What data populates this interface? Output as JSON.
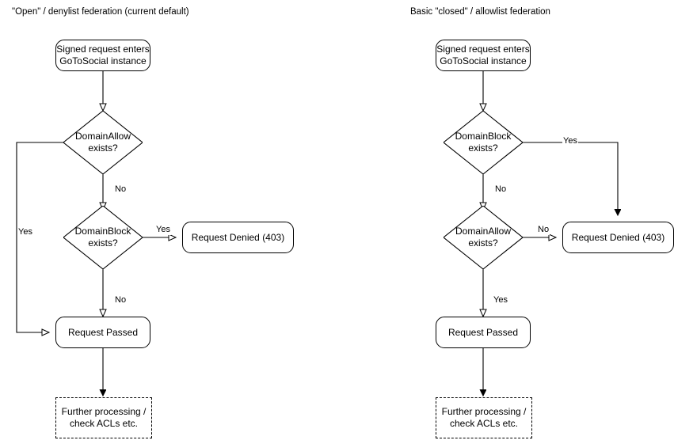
{
  "diagram": {
    "type": "flowchart",
    "title_left": "\"Open\" / denylist federation (current default)",
    "title_right": "Basic \"closed\" / allowlist federation",
    "columns": [
      {
        "key": "left",
        "title": "\"Open\" / denylist federation (current default)",
        "nodes": {
          "start": "Signed request enters\nGoToSocial instance",
          "start_line1": "Signed request enters",
          "start_line2": "GoToSocial instance",
          "decision1_line1": "DomainAllow",
          "decision1_line2": "exists?",
          "decision2_line1": "DomainBlock",
          "decision2_line2": "exists?",
          "denied": "Request Denied (403)",
          "passed": "Request Passed",
          "further_line1": "Further processing /",
          "further_line2": "check ACLs etc."
        },
        "edge_labels": {
          "allow_yes": "Yes",
          "allow_no": "No",
          "block_yes": "Yes",
          "block_no": "No"
        }
      },
      {
        "key": "right",
        "title": "Basic \"closed\" / allowlist federation",
        "nodes": {
          "start": "Signed request enters\nGoToSocial instance",
          "start_line1": "Signed request enters",
          "start_line2": "GoToSocial instance",
          "decision1_line1": "DomainBlock",
          "decision1_line2": "exists?",
          "decision2_line1": "DomainAllow",
          "decision2_line2": "exists?",
          "denied": "Request Denied (403)",
          "passed": "Request Passed",
          "further_line1": "Further processing /",
          "further_line2": "check ACLs etc."
        },
        "edge_labels": {
          "block_yes": "Yes",
          "block_no": "No",
          "allow_no": "No",
          "allow_yes": "Yes"
        }
      }
    ],
    "colors": {
      "stroke": "#000000",
      "fill": "#ffffff",
      "text": "#000000"
    }
  }
}
